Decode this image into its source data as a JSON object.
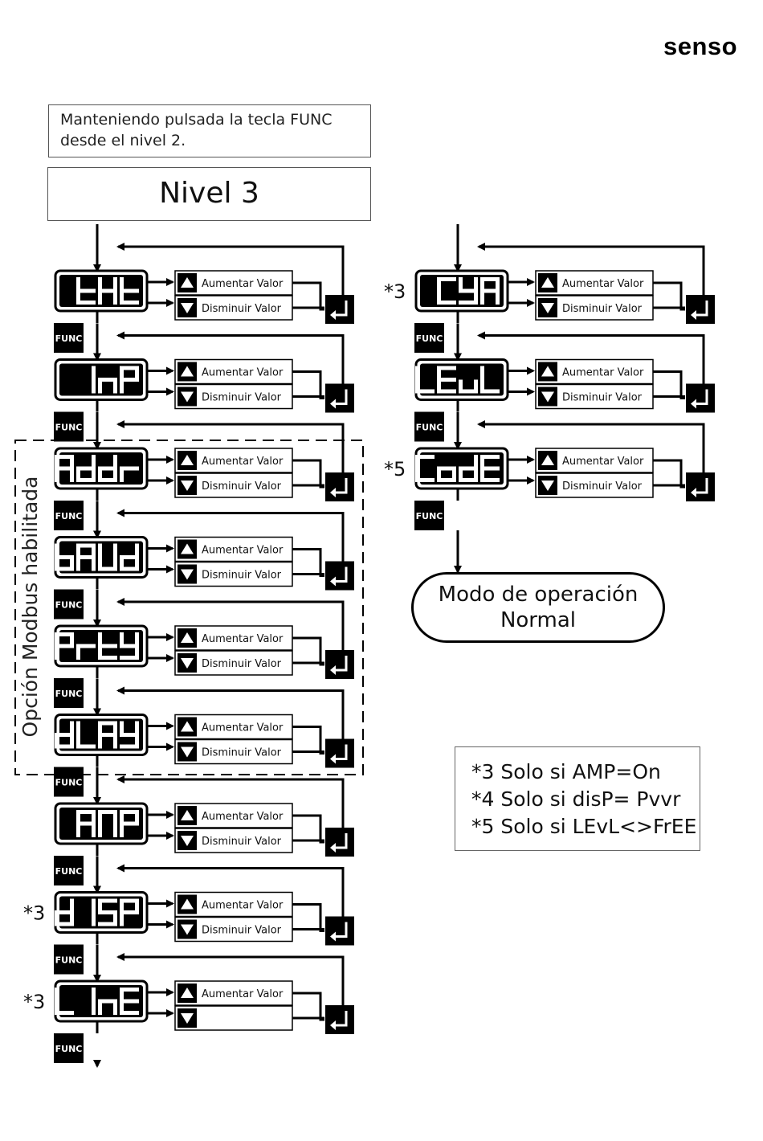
{
  "brand": "senso",
  "intro": {
    "line1": "Manteniendo pulsada la tecla FUNC",
    "line2": "desde el nivel 2."
  },
  "title": "Nivel 3",
  "modbus_label": "Opción Modbus habilitada",
  "func_label": "FUNC",
  "up_label": "Aumentar Valor",
  "down_label": "Disminuir Valor",
  "end_box": {
    "line1": "Modo de operación",
    "line2": "Normal"
  },
  "notes": [
    "*3 Solo si AMP=On",
    "*4 Solo si disP= Pvvr",
    "*5 Solo si LEvL<>FrEE"
  ],
  "steps_left": [
    {
      "display": "tHt",
      "note": ""
    },
    {
      "display": "InP",
      "note": ""
    },
    {
      "display": "Addr",
      "note": ""
    },
    {
      "display": "bAUd",
      "note": ""
    },
    {
      "display": "PrtY",
      "note": ""
    },
    {
      "display": "dLAY",
      "note": ""
    },
    {
      "display": "AMP",
      "note": ""
    },
    {
      "display": "dISP",
      "note": "*3"
    },
    {
      "display": "LInE",
      "note": "*3",
      "down_label_hidden": true
    }
  ],
  "steps_right": [
    {
      "display": "CYA",
      "note": "*3"
    },
    {
      "display": "LEvL",
      "note": ""
    },
    {
      "display": "CodE",
      "note": "*5"
    }
  ],
  "colors": {
    "ink": "#000000",
    "background": "#ffffff"
  },
  "icons": [
    "up-arrow-icon",
    "down-arrow-icon",
    "enter-key-icon",
    "func-key-icon"
  ]
}
